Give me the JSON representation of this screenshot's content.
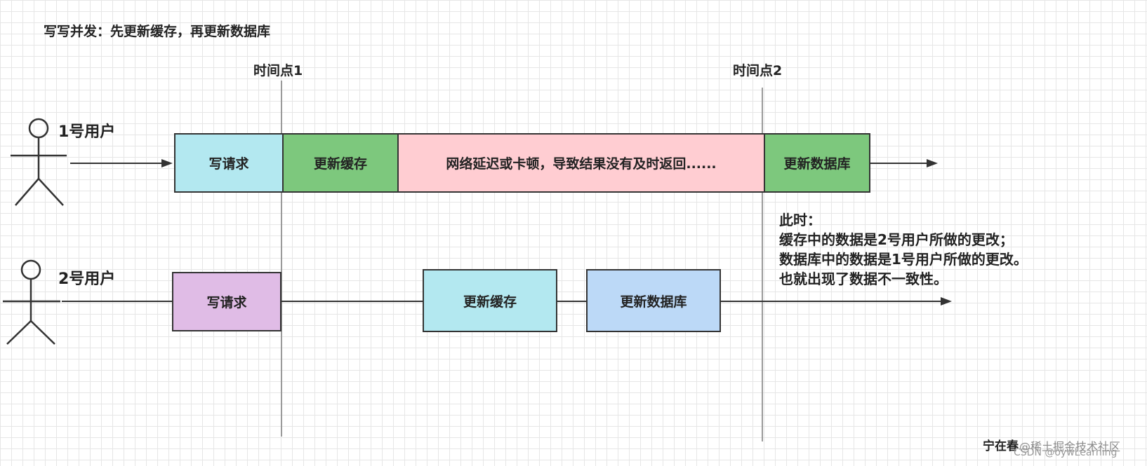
{
  "title": "写写并发：先更新缓存，再更新数据库",
  "time_points": [
    "时间点1",
    "时间点2"
  ],
  "user1": {
    "label": "1号用户",
    "steps": [
      "写请求",
      "更新缓存",
      "网络延迟或卡顿，导致结果没有及时返回......",
      "更新数据库"
    ]
  },
  "user2": {
    "label": "2号用户",
    "steps": [
      "写请求",
      "更新缓存",
      "更新数据库"
    ]
  },
  "note": {
    "lines": [
      "此时：",
      "缓存中的数据是2号用户所做的更改；",
      "数据库中的数据是1号用户所做的更改。",
      "也就出现了数据不一致性。"
    ]
  },
  "author": "宁在春",
  "watermarks": [
    "@稀土掘金技术社区",
    "CSDN @oywLearning"
  ],
  "colors": {
    "cyan": "#b3e8f0",
    "green": "#7dc87d",
    "pink": "#ffcdd2",
    "purple": "#e0bce6",
    "light_blue": "#bcd9f7"
  }
}
